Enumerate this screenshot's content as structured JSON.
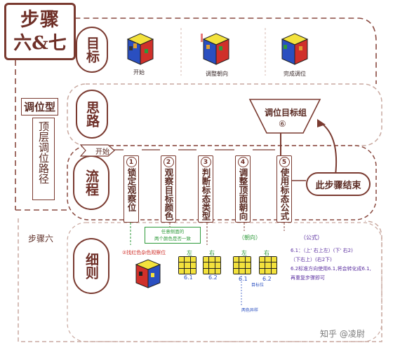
{
  "title": {
    "line1": "步骤",
    "line2": "六&七"
  },
  "sections": {
    "goal": "目标",
    "thinking": "思路",
    "process": "流程",
    "details": "细则"
  },
  "side": {
    "type_label": "调位型",
    "path_label": "顶层调位路径",
    "step6_label": "步骤六"
  },
  "goal_images": [
    {
      "caption": "开始"
    },
    {
      "caption": "调整朝向"
    },
    {
      "caption": "完成调位"
    }
  ],
  "thinking": {
    "target_group": "调位目标组",
    "target_num": "⑥"
  },
  "process": {
    "start_label": "开始",
    "steps": [
      {
        "num": "1",
        "text": "锁定观察位"
      },
      {
        "num": "2",
        "text": "观察目标颜色"
      },
      {
        "num": "3",
        "text": "判断标态类型"
      },
      {
        "num": "4",
        "text": "调整顶面朝向"
      },
      {
        "num": "5",
        "text": "使用标态公式"
      }
    ],
    "end_label": "此步骤结束"
  },
  "details": {
    "note_box_line1": "任意侧面的",
    "note_box_line2": "两个颜色是否一致",
    "red_note": "②找红色杂色观察位",
    "types": [
      "6.1",
      "6.2"
    ],
    "orientation_label": "（朝向）",
    "mark_left": "左",
    "mark_right": "右",
    "target_note": "目标位",
    "diff_note": "两色异样",
    "formula_label": "（公式）",
    "formula_line1": "6.1：（上' 右上左）(下' 右2)",
    "formula_line2": "（下右上）(右2下)",
    "formula_line3": "6.2标准方向使用6.1,将会转化成6.1,",
    "formula_line4": "再重复步骤即可"
  },
  "watermark": "知乎 @凌尉",
  "colors": {
    "brown": "#7a3a30",
    "accent_green": "#2e9a3a",
    "accent_red": "#d0302a",
    "accent_purple": "#5b2fa0",
    "cube_yellow": "#f3e23c"
  }
}
